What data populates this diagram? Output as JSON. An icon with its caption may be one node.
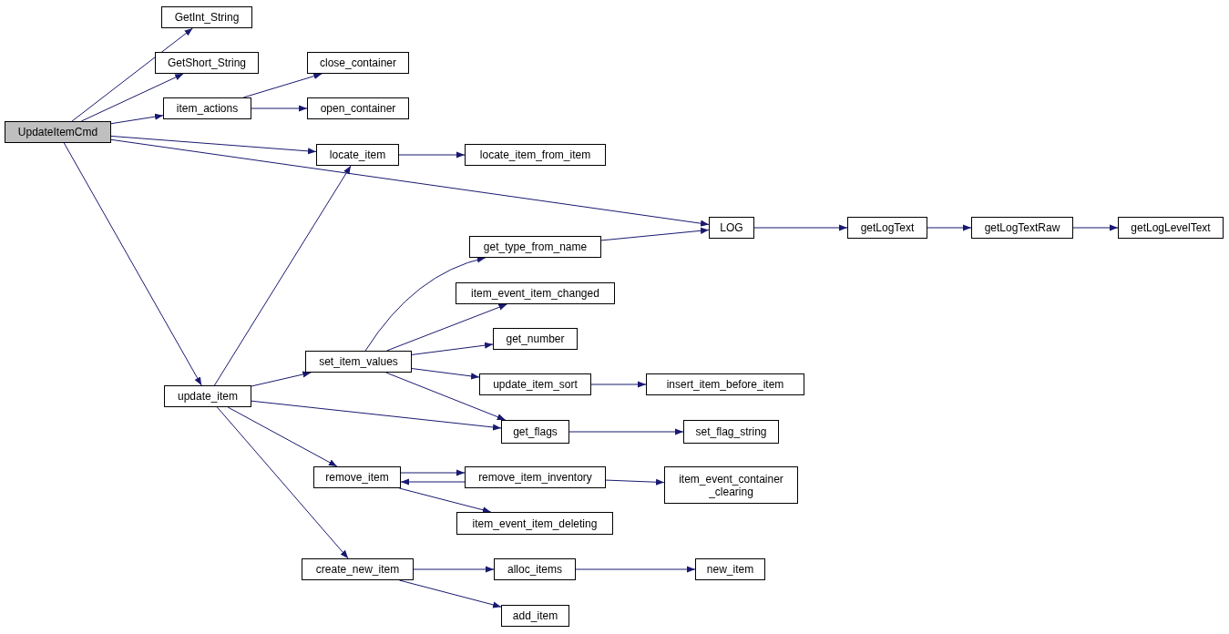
{
  "diagram": {
    "nodes": [
      {
        "text": [
          "UpdateItemCmd"
        ]
      },
      {
        "text": [
          "GetInt_String"
        ]
      },
      {
        "text": [
          "GetShort_String"
        ]
      },
      {
        "text": [
          "item_actions"
        ]
      },
      {
        "text": [
          "close_container"
        ]
      },
      {
        "text": [
          "open_container"
        ]
      },
      {
        "text": [
          "locate_item"
        ]
      },
      {
        "text": [
          "locate_item_from_item"
        ]
      },
      {
        "text": [
          "LOG"
        ]
      },
      {
        "text": [
          "getLogText"
        ]
      },
      {
        "text": [
          "getLogTextRaw"
        ]
      },
      {
        "text": [
          "getLogLevelText"
        ]
      },
      {
        "text": [
          "update_item"
        ]
      },
      {
        "text": [
          "get_type_from_name"
        ]
      },
      {
        "text": [
          "item_event_item_changed"
        ]
      },
      {
        "text": [
          "set_item_values"
        ]
      },
      {
        "text": [
          "get_number"
        ]
      },
      {
        "text": [
          "update_item_sort"
        ]
      },
      {
        "text": [
          "insert_item_before_item"
        ]
      },
      {
        "text": [
          "get_flags"
        ]
      },
      {
        "text": [
          "set_flag_string"
        ]
      },
      {
        "text": [
          "remove_item"
        ]
      },
      {
        "text": [
          "remove_item_inventory"
        ]
      },
      {
        "text": [
          "item_event_container _clearing"
        ]
      },
      {
        "text": [
          "item_event_item_deleting"
        ]
      },
      {
        "text": [
          "create_new_item"
        ]
      },
      {
        "text": [
          "alloc_items"
        ]
      },
      {
        "text": [
          "new_item"
        ]
      },
      {
        "text": [
          "add_item"
        ]
      }
    ],
    "edges": [
      {
        "from": 0,
        "to": 1,
        "arrow": "to"
      },
      {
        "from": 0,
        "to": 2,
        "arrow": "to"
      },
      {
        "from": 0,
        "to": 3,
        "arrow": "to"
      },
      {
        "from": 3,
        "to": 4,
        "arrow": "to"
      },
      {
        "from": 3,
        "to": 5,
        "arrow": "to"
      },
      {
        "from": 0,
        "to": 6,
        "arrow": "to"
      },
      {
        "from": 6,
        "to": 7,
        "arrow": "to"
      },
      {
        "from": 0,
        "to": 8,
        "arrow": "to"
      },
      {
        "from": 8,
        "to": 9,
        "arrow": "to"
      },
      {
        "from": 9,
        "to": 10,
        "arrow": "to"
      },
      {
        "from": 10,
        "to": 11,
        "arrow": "to"
      },
      {
        "from": 0,
        "to": 12,
        "arrow": "to"
      },
      {
        "from": 12,
        "to": 6,
        "arrow": "to"
      },
      {
        "from": 12,
        "to": 15,
        "arrow": "to"
      },
      {
        "from": 15,
        "to": 13,
        "arrow": "to"
      },
      {
        "from": 13,
        "to": 8,
        "arrow": "to"
      },
      {
        "from": 15,
        "to": 14,
        "arrow": "to"
      },
      {
        "from": 15,
        "to": 16,
        "arrow": "to"
      },
      {
        "from": 15,
        "to": 17,
        "arrow": "to"
      },
      {
        "from": 17,
        "to": 18,
        "arrow": "to"
      },
      {
        "from": 15,
        "to": 19,
        "arrow": "to"
      },
      {
        "from": 12,
        "to": 19,
        "arrow": "to"
      },
      {
        "from": 19,
        "to": 20,
        "arrow": "to"
      },
      {
        "from": 12,
        "to": 21,
        "arrow": "to"
      },
      {
        "from": 21,
        "to": 22,
        "arrow": "to"
      },
      {
        "from": 22,
        "to": 21,
        "arrow": "to"
      },
      {
        "from": 22,
        "to": 23,
        "arrow": "to"
      },
      {
        "from": 21,
        "to": 24,
        "arrow": "to"
      },
      {
        "from": 12,
        "to": 25,
        "arrow": "to"
      },
      {
        "from": 25,
        "to": 26,
        "arrow": "to"
      },
      {
        "from": 26,
        "to": 27,
        "arrow": "to"
      },
      {
        "from": 25,
        "to": 28,
        "arrow": "to"
      }
    ]
  }
}
